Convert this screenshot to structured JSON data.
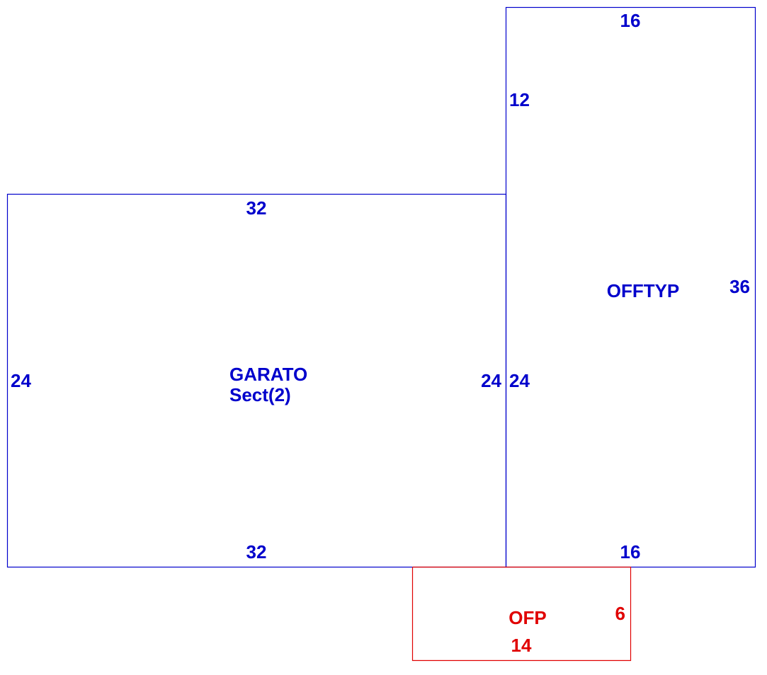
{
  "colors": {
    "primary": "#0000cc",
    "secondary": "#e00000",
    "background": "#ffffff"
  },
  "areas": {
    "garage": {
      "name": "GARATO",
      "section": "Sect(2)",
      "top": "32",
      "bottom": "32",
      "left": "24",
      "right": "24"
    },
    "office": {
      "name": "OFFTYP",
      "top": "16",
      "bottom": "16",
      "right": "36",
      "left_upper": "12",
      "left_lower": "24"
    },
    "porch": {
      "name": "OFP",
      "right": "6",
      "bottom": "14"
    }
  }
}
